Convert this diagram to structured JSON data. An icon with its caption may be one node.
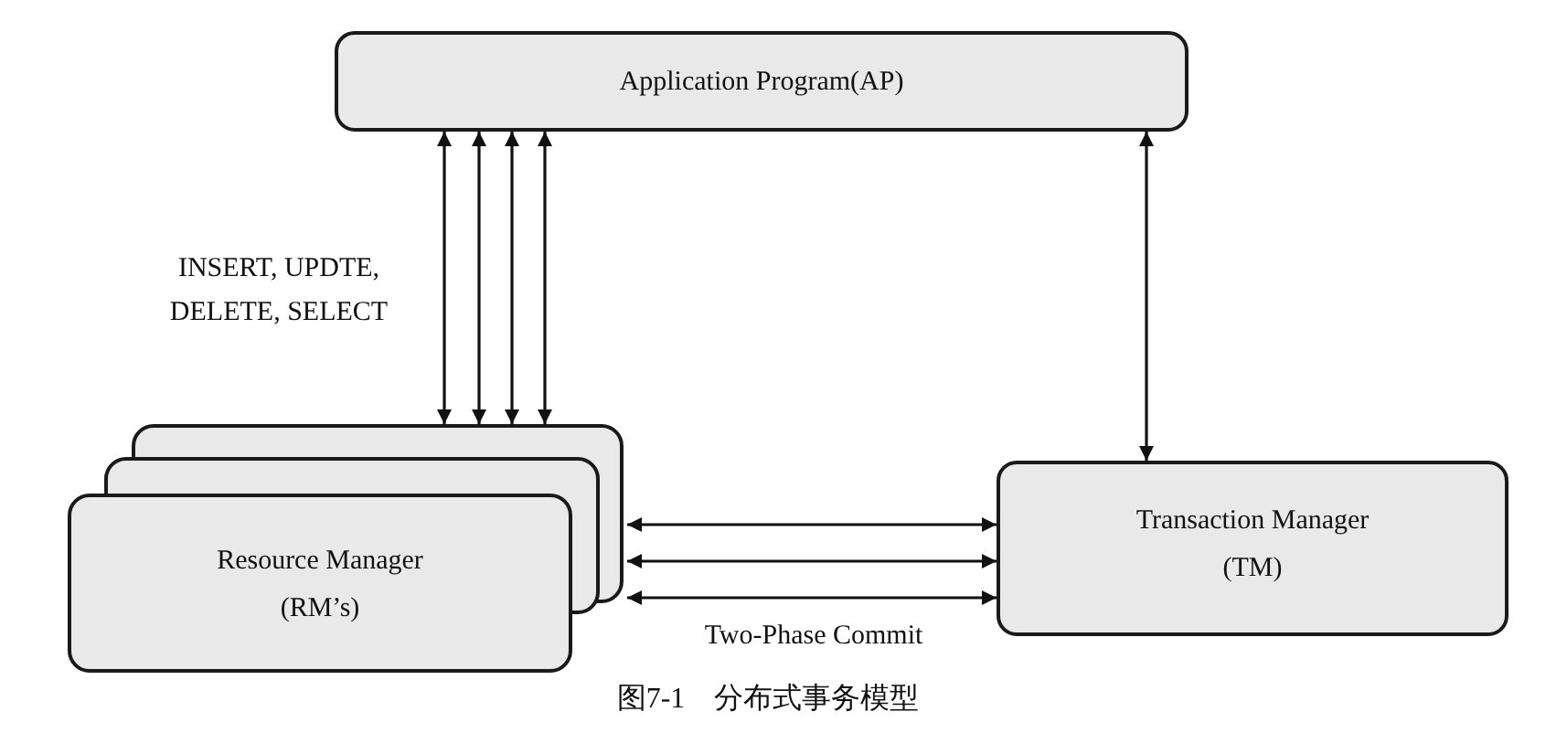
{
  "diagram": {
    "caption": "图7-1　分布式事务模型",
    "nodes": [
      {
        "text": [
          "Application Program(AP)"
        ]
      },
      {
        "text": [
          "Resource Manager (RM’s)"
        ]
      },
      {
        "text": [
          "Transaction Manager (TM)"
        ]
      }
    ],
    "edges": [
      {
        "from": 0,
        "to": 1,
        "arrow": "both"
      },
      {
        "from": 0,
        "to": 1,
        "arrow": "both"
      },
      {
        "from": 0,
        "to": 1,
        "arrow": "both"
      },
      {
        "from": 0,
        "to": 1,
        "arrow": "both"
      },
      {
        "from": 0,
        "to": 2,
        "arrow": "both"
      },
      {
        "from": 1,
        "to": 2,
        "arrow": "both"
      },
      {
        "from": 1,
        "to": 2,
        "arrow": "both"
      },
      {
        "from": 1,
        "to": 2,
        "arrow": "both"
      }
    ],
    "labels": [
      "INSERT, UPDTE, DELETE, SELECT",
      "Two-Phase Commit"
    ]
  }
}
